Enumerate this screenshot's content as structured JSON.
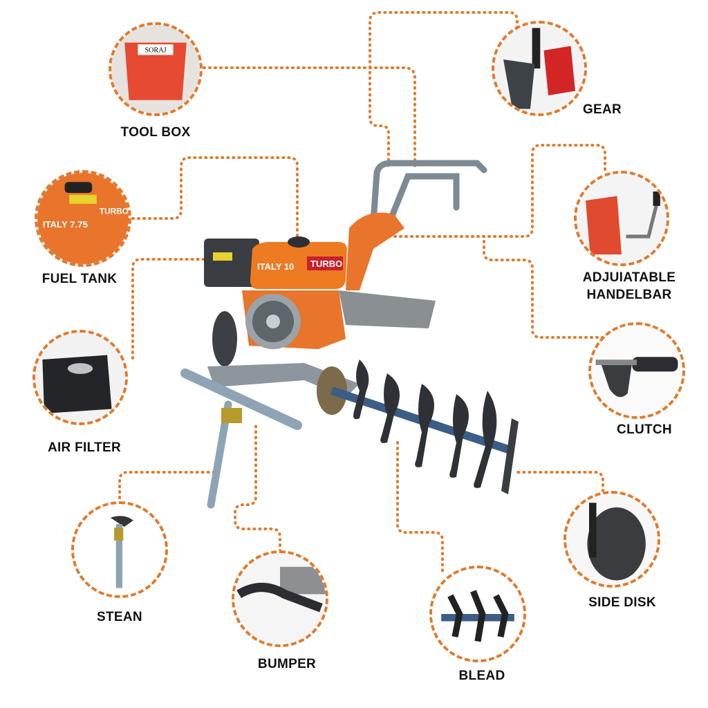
{
  "accent_color": "#e07a2e",
  "machine": {
    "engine_badge": "ITALY 10",
    "engine_brand": "TURBO"
  },
  "parts": [
    {
      "id": "tool-box",
      "label": "TOOL BOX",
      "icon": "tool-box-cover",
      "badge": "SORAJ"
    },
    {
      "id": "gear",
      "label": "GEAR",
      "icon": "gear-lever"
    },
    {
      "id": "fuel-tank",
      "label": "FUEL TANK",
      "icon": "fuel-tank",
      "badge": "ITALY 7.75",
      "brand": "TURBO"
    },
    {
      "id": "adjustable-handlebar",
      "label_line1": "ADJUIATABLE",
      "label_line2": "HANDELBAR",
      "icon": "handlebar"
    },
    {
      "id": "air-filter",
      "label": "AIR FILTER",
      "icon": "air-filter"
    },
    {
      "id": "clutch",
      "label": "CLUTCH",
      "icon": "clutch-grip"
    },
    {
      "id": "stean",
      "label": "STEAN",
      "icon": "stand-rod"
    },
    {
      "id": "side-disk",
      "label": "SIDE DISK",
      "icon": "side-disk"
    },
    {
      "id": "bumper",
      "label": "BUMPER",
      "icon": "bumper"
    },
    {
      "id": "blead",
      "label": "BLEAD",
      "icon": "tiller-blades"
    }
  ]
}
